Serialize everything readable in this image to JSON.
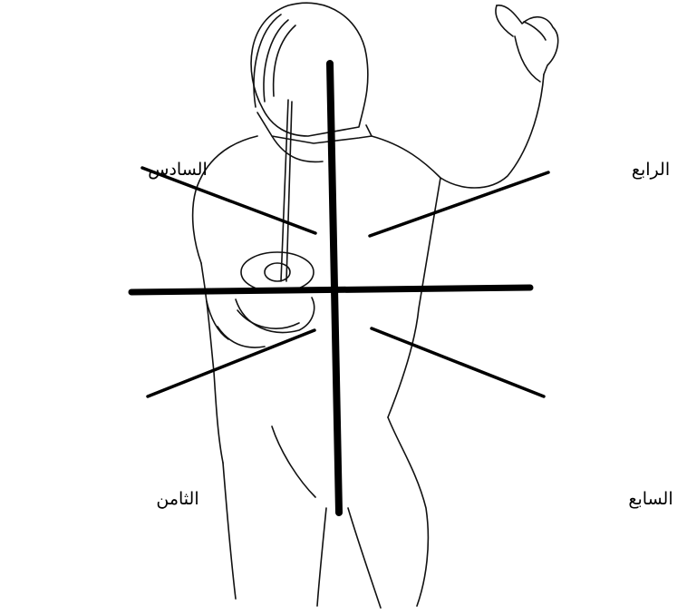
{
  "labels": {
    "top_left": "السادس",
    "top_right": "الرابع",
    "bottom_left": "الثامن",
    "bottom_right": "السابع"
  },
  "colors": {
    "ink": "#000000",
    "background": "#ffffff"
  }
}
